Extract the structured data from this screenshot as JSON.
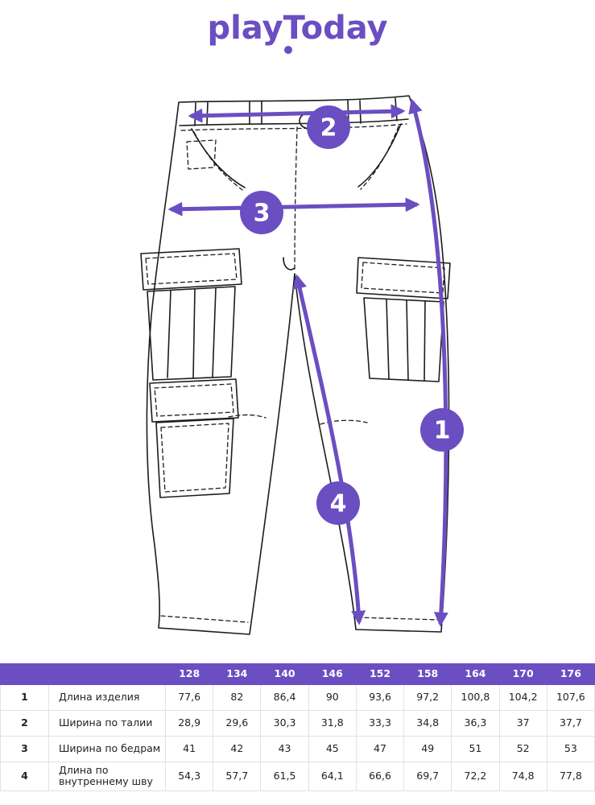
{
  "logo": {
    "text": "playToday"
  },
  "colors": {
    "accent": "#6b4ec1",
    "line": "#1c1c1c"
  },
  "diagram": {
    "description": "front-view sketch of cargo pants with measurement arrows",
    "markers": [
      {
        "label": "1",
        "meaning": "length of item"
      },
      {
        "label": "2",
        "meaning": "waist width"
      },
      {
        "label": "3",
        "meaning": "hip width"
      },
      {
        "label": "4",
        "meaning": "inseam length"
      }
    ]
  },
  "table": {
    "sizes": [
      "128",
      "134",
      "140",
      "146",
      "152",
      "158",
      "164",
      "170",
      "176"
    ],
    "rows": [
      {
        "num": "1",
        "label": "Длина изделия",
        "values": [
          "77,6",
          "82",
          "86,4",
          "90",
          "93,6",
          "97,2",
          "100,8",
          "104,2",
          "107,6"
        ]
      },
      {
        "num": "2",
        "label": "Ширина по талии",
        "values": [
          "28,9",
          "29,6",
          "30,3",
          "31,8",
          "33,3",
          "34,8",
          "36,3",
          "37",
          "37,7"
        ]
      },
      {
        "num": "3",
        "label": "Ширина по бедрам",
        "values": [
          "41",
          "42",
          "43",
          "45",
          "47",
          "49",
          "51",
          "52",
          "53"
        ]
      },
      {
        "num": "4",
        "label": "Длина по внутреннему шву",
        "values": [
          "54,3",
          "57,7",
          "61,5",
          "64,1",
          "66,6",
          "69,7",
          "72,2",
          "74,8",
          "77,8"
        ]
      }
    ]
  }
}
